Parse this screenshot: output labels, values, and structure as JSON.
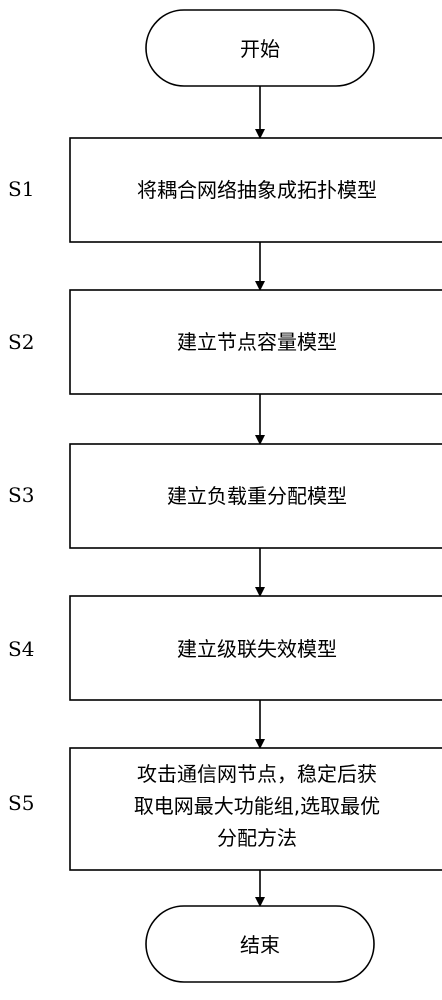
{
  "flowchart": {
    "start": {
      "text": "开始"
    },
    "steps": [
      {
        "label": "S1",
        "lines": [
          "将耦合网络抽象成拓扑模型"
        ]
      },
      {
        "label": "S2",
        "lines": [
          "建立节点容量模型"
        ]
      },
      {
        "label": "S3",
        "lines": [
          "建立负载重分配模型"
        ]
      },
      {
        "label": "S4",
        "lines": [
          "建立级联失效模型"
        ]
      },
      {
        "label": "S5",
        "lines": [
          "攻击通信网节点，稳定后获",
          "取电网最大功能组,选取最优",
          "分配方法"
        ]
      }
    ],
    "end": {
      "text": "结束"
    }
  }
}
